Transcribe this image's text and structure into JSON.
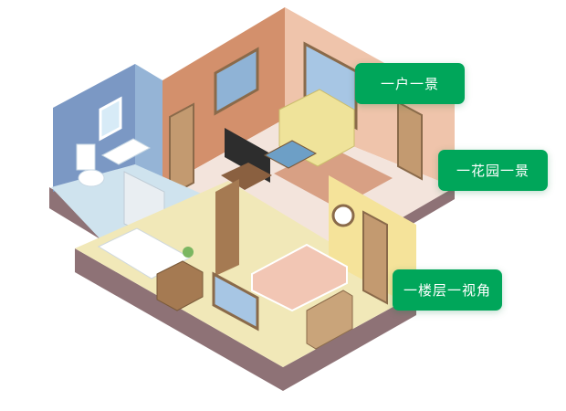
{
  "labels": [
    {
      "text": "一户一景"
    },
    {
      "text": "一花园一景"
    },
    {
      "text": "一楼层一视角"
    }
  ],
  "colors": {
    "accent": "#00a65a"
  }
}
